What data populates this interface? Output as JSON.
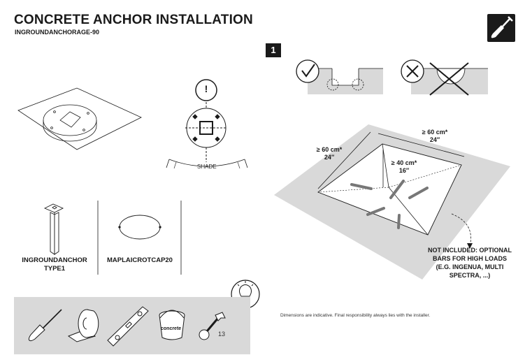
{
  "header": {
    "title": "CONCRETE ANCHOR INSTALLATION",
    "subtitle": "INGROUNDANCHORAGE-90"
  },
  "step": {
    "number": "1"
  },
  "warning": {
    "symbol": "!",
    "shade_label": "SHADE"
  },
  "products": [
    {
      "name_line1": "INGROUNDANCHOR",
      "name_line2": "TYPE1"
    },
    {
      "name_line1": "MAPLAICROTCAP20",
      "name_line2": ""
    }
  ],
  "tools": {
    "count": "13",
    "bucket_label": "concrete"
  },
  "dimensions": {
    "width": {
      "value": "≥ 60 cm*",
      "imperial": "24″"
    },
    "length": {
      "value": "≥ 60 cm*",
      "imperial": "24″"
    },
    "depth": {
      "value": "≥ 40 cm*",
      "imperial": "16″"
    }
  },
  "note": {
    "line1": "NOT INCLUDED: OPTIONAL",
    "line2": "BARS FOR HIGH LOADS",
    "line3": "(E.G. INGENUA, MULTI",
    "line4": "SPECTRA, ...)"
  },
  "disclaimer": "Dimensions are indicative. Final responsibility always lies with the installer.",
  "icons": [
    "shovel-icon",
    "check-icon",
    "cross-icon",
    "lightbulb-icon",
    "tape-icon",
    "level-icon",
    "bucket-icon",
    "wrench-icon",
    "warning-icon"
  ]
}
